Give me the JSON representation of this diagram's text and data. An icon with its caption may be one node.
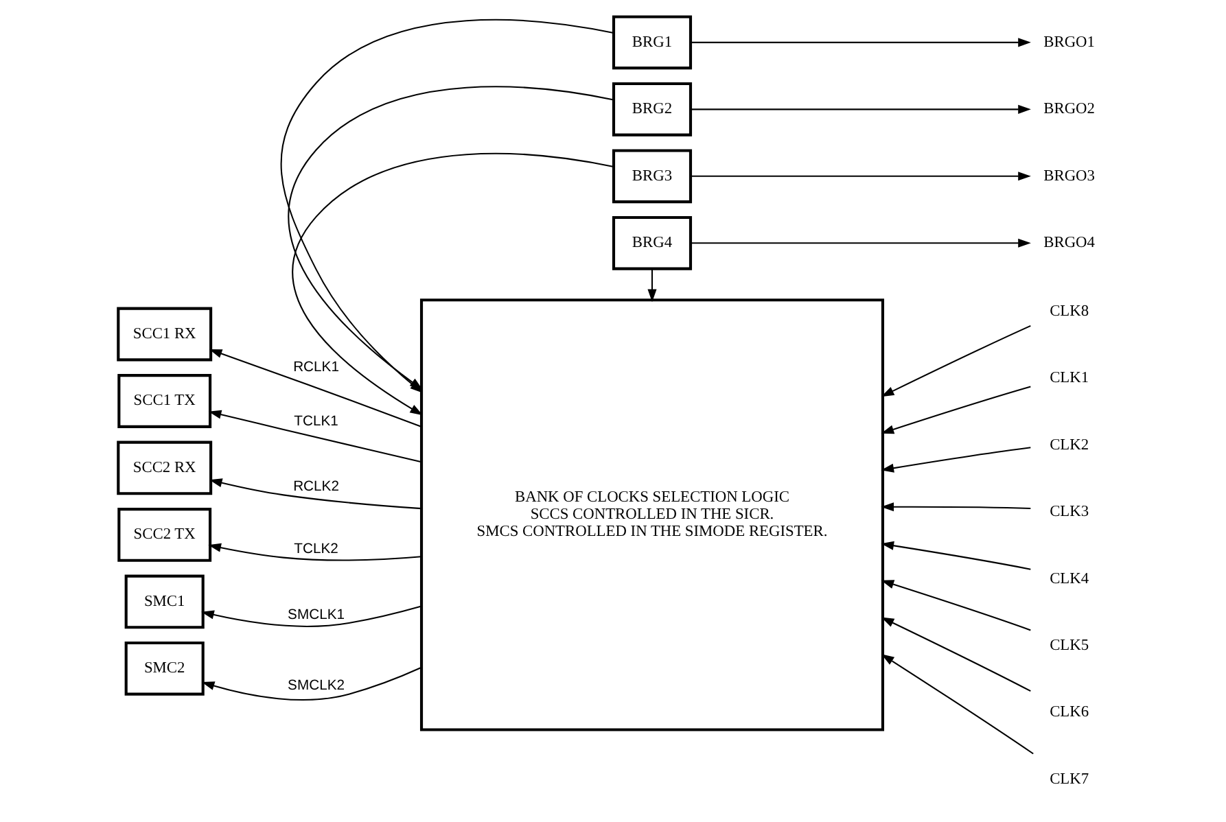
{
  "diagram": {
    "nodes": [
      {
        "text": [
          "BRG1"
        ]
      },
      {
        "text": [
          "BRG2"
        ]
      },
      {
        "text": [
          "BRG3"
        ]
      },
      {
        "text": [
          "BRG4"
        ]
      },
      {
        "text": [
          "BRGO1"
        ]
      },
      {
        "text": [
          "BRGO2"
        ]
      },
      {
        "text": [
          "BRGO3"
        ]
      },
      {
        "text": [
          "BRGO4"
        ]
      },
      {
        "text": [
          "SCC1 RX"
        ]
      },
      {
        "text": [
          "SCC1 TX"
        ]
      },
      {
        "text": [
          "SCC2 RX"
        ]
      },
      {
        "text": [
          "SCC2 TX"
        ]
      },
      {
        "text": [
          "BANK OF CLOCKS SELECTION LOGIC",
          "SCCS CONTROLLED IN THE SICR.",
          "SMCS CONTROLLED IN THE SIMODE REGISTER."
        ]
      },
      {
        "text": [
          "CLK1"
        ]
      },
      {
        "text": [
          "CLK2"
        ]
      },
      {
        "text": [
          "CLK3"
        ]
      },
      {
        "text": [
          "CLK4"
        ]
      },
      {
        "text": [
          "CLK5"
        ]
      },
      {
        "text": [
          "CLK6"
        ]
      },
      {
        "text": [
          "CLK7"
        ]
      },
      {
        "text": [
          "CLK8"
        ]
      },
      {
        "text": [
          "SMC1"
        ]
      },
      {
        "text": [
          "SMC2"
        ]
      }
    ],
    "edges": [
      {
        "from": 0,
        "to": 12,
        "arrow": "to"
      },
      {
        "from": 1,
        "to": 12,
        "arrow": "to"
      },
      {
        "from": 2,
        "to": 12,
        "arrow": "to"
      },
      {
        "from": 3,
        "to": 12,
        "arrow": "to"
      },
      {
        "from": 0,
        "to": 4,
        "arrow": "to"
      },
      {
        "from": 1,
        "to": 5,
        "arrow": "to"
      },
      {
        "from": 2,
        "to": 6,
        "arrow": "to"
      },
      {
        "from": 3,
        "to": 7,
        "arrow": "to"
      },
      {
        "from": 12,
        "to": 8,
        "arrow": "to",
        "label": "RCLK1"
      },
      {
        "from": 12,
        "to": 9,
        "arrow": "to",
        "label": "TCLK1"
      },
      {
        "from": 12,
        "to": 10,
        "arrow": "to",
        "label": "RCLK2"
      },
      {
        "from": 12,
        "to": 11,
        "arrow": "to",
        "label": "TCLK2"
      },
      {
        "from": 13,
        "to": 12,
        "arrow": "to"
      },
      {
        "from": 14,
        "to": 12,
        "arrow": "to"
      },
      {
        "from": 15,
        "to": 12,
        "arrow": "to"
      },
      {
        "from": 16,
        "to": 12,
        "arrow": "to"
      },
      {
        "from": 17,
        "to": 12,
        "arrow": "to"
      },
      {
        "from": 18,
        "to": 12,
        "arrow": "to"
      },
      {
        "from": 19,
        "to": 12,
        "arrow": "to"
      },
      {
        "from": 20,
        "to": 12,
        "arrow": "to"
      },
      {
        "from": 12,
        "to": 21,
        "arrow": "to",
        "label": "SMCLK1"
      },
      {
        "from": 12,
        "to": 22,
        "arrow": "to",
        "label": "SMCLK2"
      }
    ]
  }
}
